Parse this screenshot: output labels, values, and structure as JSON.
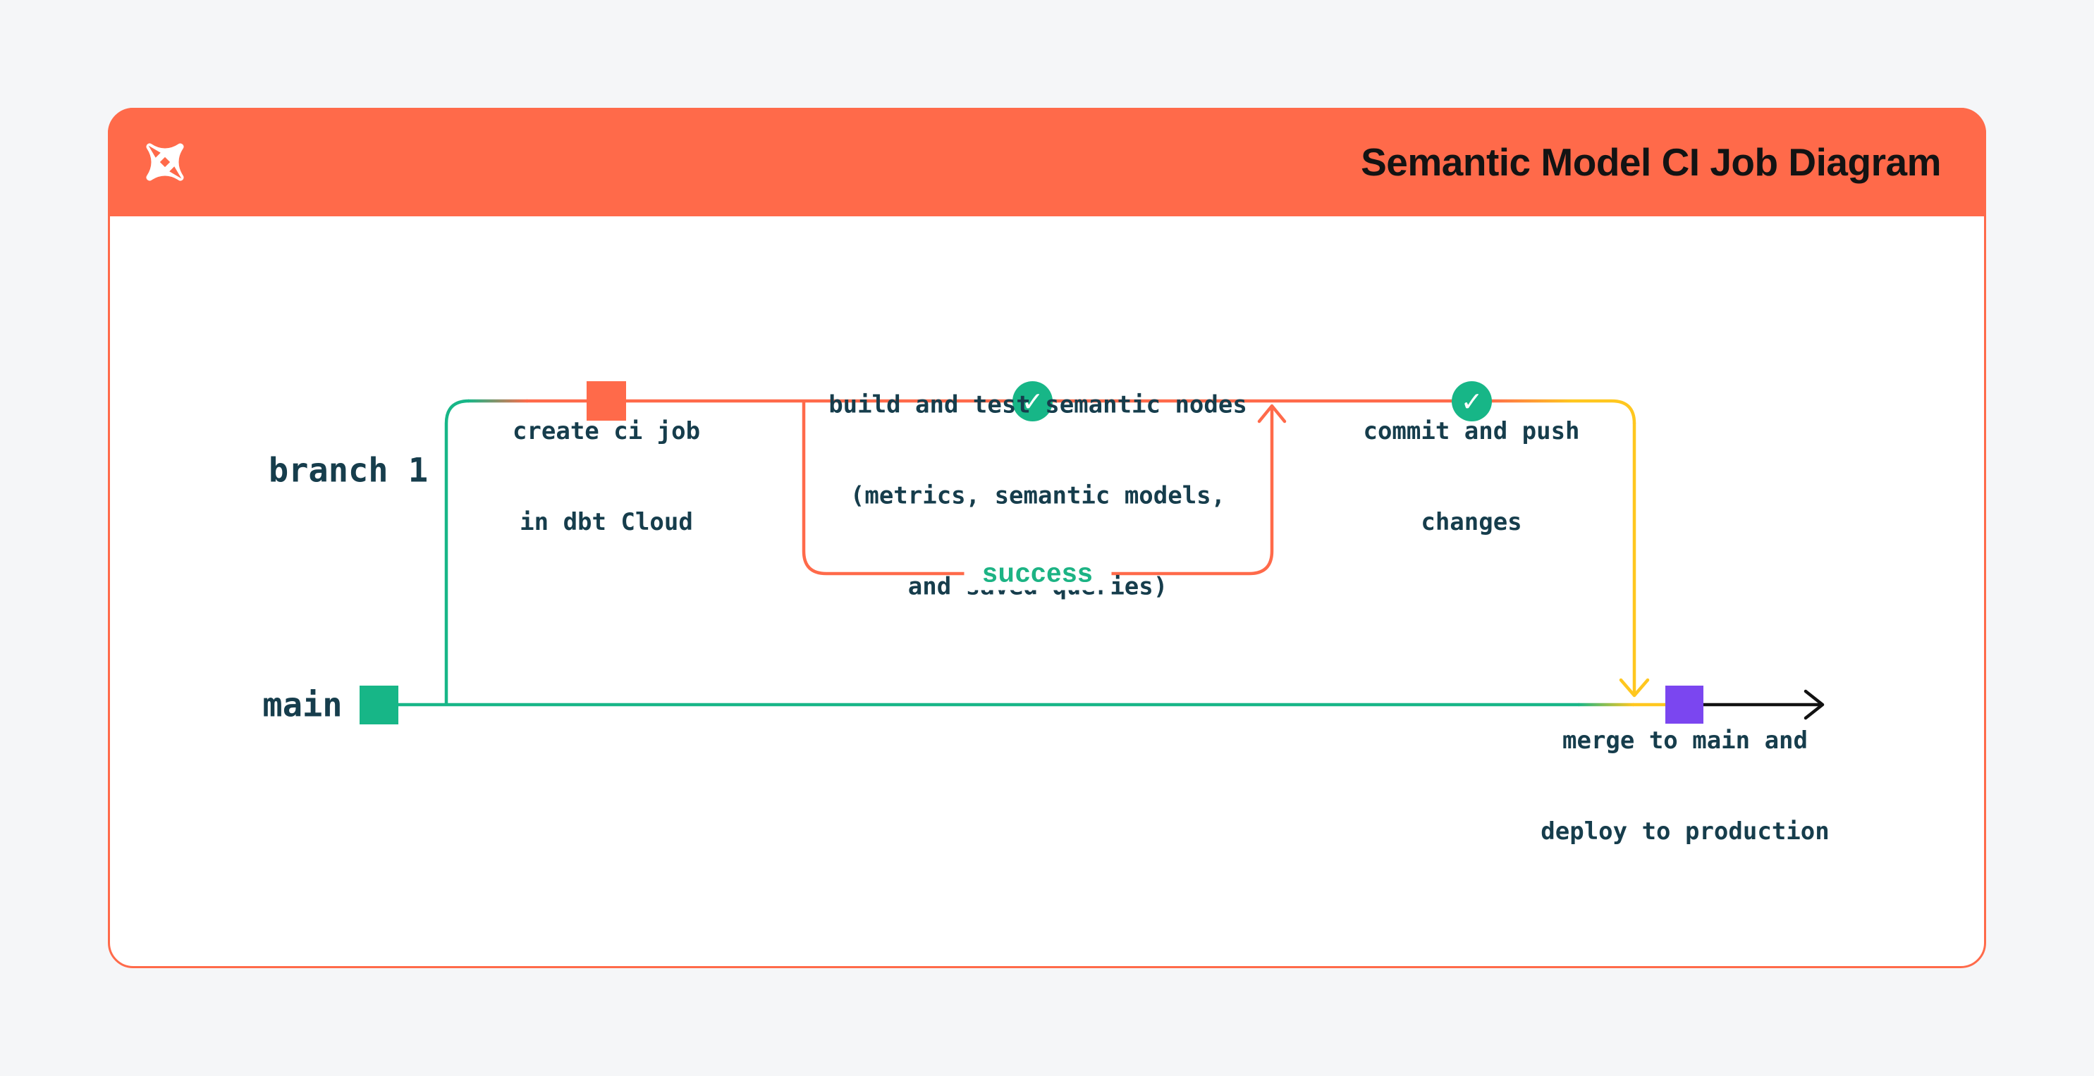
{
  "header": {
    "title": "Semantic Model CI Job Diagram",
    "logo": "dbt-pinwheel-logo",
    "background": "#ff6a4a",
    "title_color": "#131313"
  },
  "colors": {
    "page_bg": "#f5f6f8",
    "card_bg": "#ffffff",
    "orange": "#ff6a4a",
    "green": "#17b687",
    "yellow": "#ffc71f",
    "purple": "#7b46f0",
    "label_ink": "#163d4c",
    "success_green": "#1cb384",
    "arrow_black": "#121212"
  },
  "lanes": {
    "branch_label": "branch 1",
    "main_label": "main"
  },
  "steps": {
    "create_ci_job": {
      "line1": "create ci job",
      "line2": "in dbt Cloud"
    },
    "build_and_test": {
      "line1": "build and test semantic nodes",
      "line2": "(metrics, semantic models,",
      "line3": "and saved queries)"
    },
    "commit_and_push": {
      "line1": "commit and push",
      "line2": "changes"
    },
    "merge_to_main": {
      "line1": "merge to main and",
      "line2": "deploy to production"
    }
  },
  "loop": {
    "success_label": "success"
  },
  "icons": {
    "check": "✓"
  }
}
